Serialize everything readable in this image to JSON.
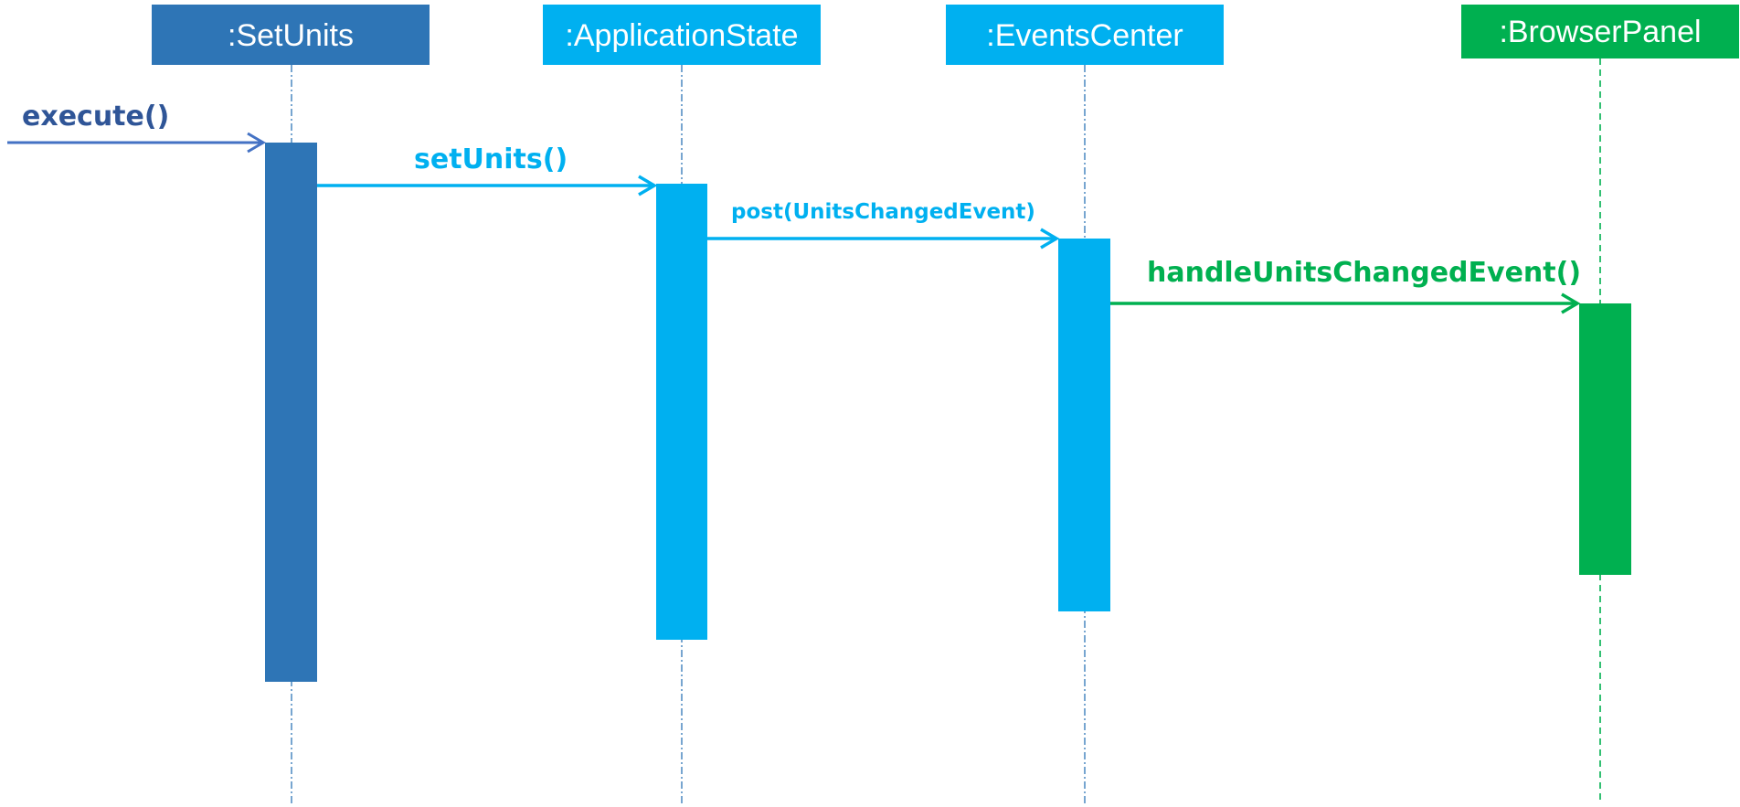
{
  "participants": [
    {
      "id": "setunits",
      "label": ":SetUnits",
      "color": "#2E75B6",
      "lifeline_style": "dash-dot"
    },
    {
      "id": "appstate",
      "label": ":ApplicationState",
      "color": "#00B0F0",
      "lifeline_style": "dash-dot"
    },
    {
      "id": "eventscenter",
      "label": ":EventsCenter",
      "color": "#00B0F0",
      "lifeline_style": "dash-dot"
    },
    {
      "id": "browserpanel",
      "label": ":BrowserPanel",
      "color": "#00B050",
      "lifeline_style": "dashed"
    }
  ],
  "messages": [
    {
      "label": "execute()",
      "from": "external",
      "to": "setunits",
      "color": "#2F5597"
    },
    {
      "label": "setUnits()",
      "from": "setunits",
      "to": "appstate",
      "color": "#00B0F0"
    },
    {
      "label": "post(UnitsChangedEvent)",
      "from": "appstate",
      "to": "eventscenter",
      "color": "#00B0F0"
    },
    {
      "label": "handleUnitsChangedEvent()",
      "from": "eventscenter",
      "to": "browserpanel",
      "color": "#00B050"
    }
  ]
}
